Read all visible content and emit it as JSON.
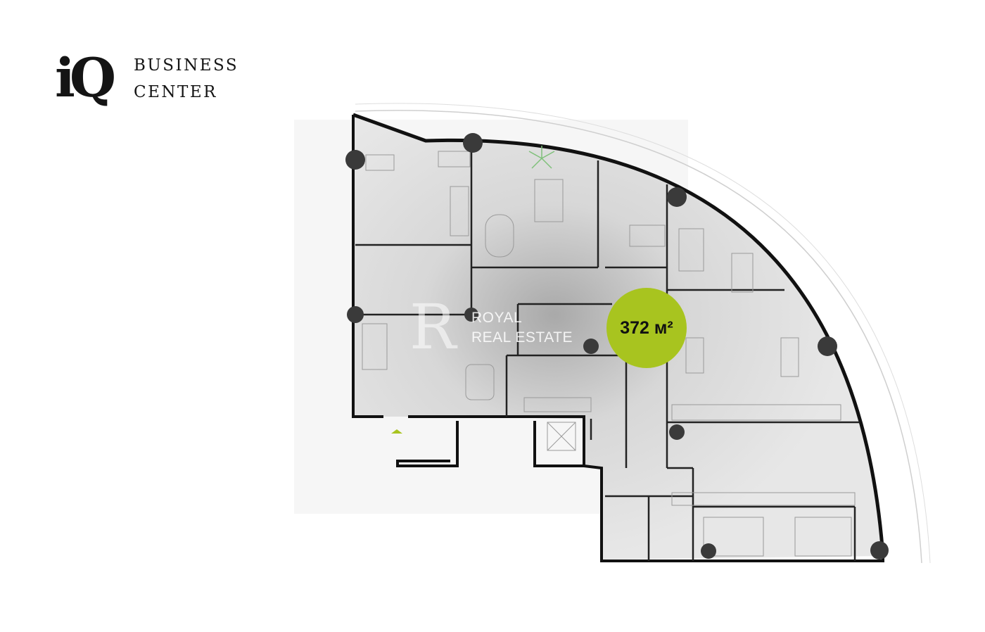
{
  "logo": {
    "mark": "iQ",
    "line1": "BUSINESS",
    "line2": "CENTER"
  },
  "plan": {
    "area_label": "372 м²",
    "accent_color": "#a8c41f",
    "wall_color": "#111111",
    "column_color": "#3a3a3a",
    "floor_color": "#e4e4e4",
    "watermark": {
      "mark": "R",
      "line1": "ROYAL",
      "line2": "REAL ESTATE"
    }
  }
}
